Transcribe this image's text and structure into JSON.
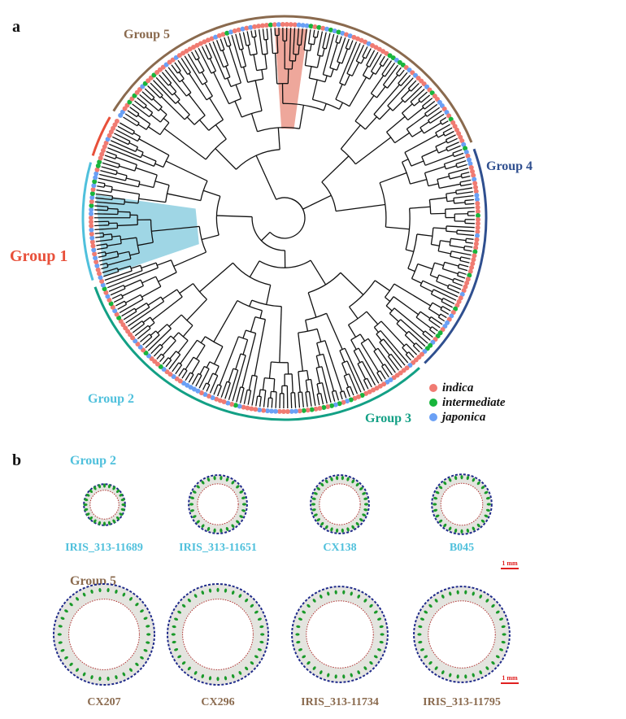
{
  "panel_a": {
    "label": "a",
    "groups": [
      {
        "id": "g5",
        "label": "Group 5",
        "color": "#8a6a4e",
        "arc_deg": [
          212,
          338
        ]
      },
      {
        "id": "g4",
        "label": "Group 4",
        "color": "#2f4f8f",
        "arc_deg": [
          340,
          406
        ]
      },
      {
        "id": "g3",
        "label": "Group 3",
        "color": "#13a085",
        "arc_deg": [
          408,
          520
        ]
      },
      {
        "id": "g2",
        "label": "Group 2",
        "color": "#4fc0dc",
        "arc_deg": [
          522,
          556
        ]
      },
      {
        "id": "g1",
        "label": "Group 1",
        "color": "#e8503a",
        "arc_deg": [
          558,
          570
        ]
      }
    ],
    "highlight_clades": [
      {
        "name": "group5-highlight-clade",
        "color": "#e88a7a",
        "angle_deg": [
          268,
          276
        ]
      },
      {
        "name": "group2-highlight-clade",
        "color": "#7fc8dc",
        "angle_deg": [
          523,
          546
        ]
      }
    ],
    "legend": [
      {
        "label": "indica",
        "color": "#f07b72"
      },
      {
        "label": "intermediate",
        "color": "#18b53c"
      },
      {
        "label": "japonica",
        "color": "#6aa0f5"
      }
    ]
  },
  "panel_b": {
    "label": "b",
    "rows": [
      {
        "group_label": "Group 2",
        "group_color": "#4fc0dc",
        "scale_label": "1 mm",
        "samples": [
          {
            "name": "IRIS_313-11689",
            "size": 0.55,
            "bundles": 24
          },
          {
            "name": "IRIS_313-11651",
            "size": 0.78,
            "bundles": 26
          },
          {
            "name": "CX138",
            "size": 0.78,
            "bundles": 30
          },
          {
            "name": "B045",
            "size": 0.8,
            "bundles": 28
          }
        ]
      },
      {
        "group_label": "Group 5",
        "group_color": "#8a6a4e",
        "scale_label": "1 mm",
        "samples": [
          {
            "name": "CX207",
            "size": 1.0,
            "bundles": 34
          },
          {
            "name": "CX296",
            "size": 1.0,
            "bundles": 36
          },
          {
            "name": "IRIS_313-11734",
            "size": 0.95,
            "bundles": 34
          },
          {
            "name": "IRIS_313-11795",
            "size": 0.95,
            "bundles": 34
          }
        ]
      }
    ]
  }
}
